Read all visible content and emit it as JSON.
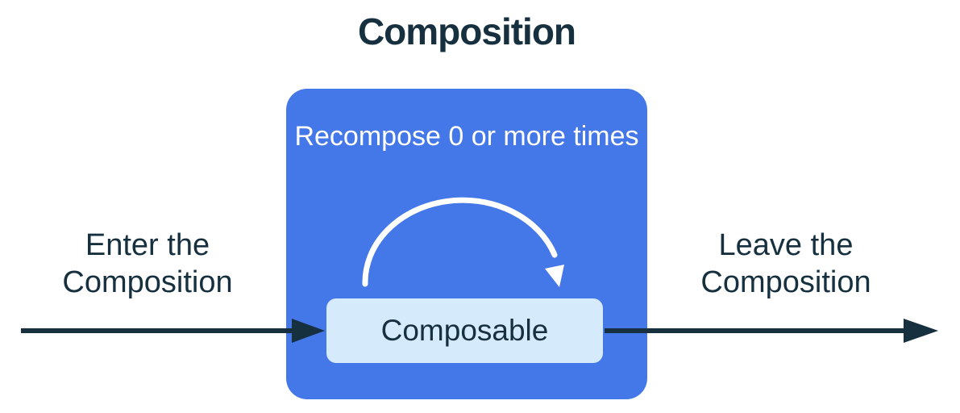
{
  "diagram": {
    "title": "Composition",
    "enter_label": {
      "line1": "Enter the",
      "line2": "Composition"
    },
    "recompose_label": {
      "line1": "Recompose 0 or",
      "line2": "more times"
    },
    "composable_label": "Composable",
    "leave_label": {
      "line1": "Leave the",
      "line2": "Composition"
    }
  },
  "colors": {
    "page_bg": "#FFFFFF",
    "composition_box": "#4477E8",
    "composable_box": "#D5EAFB",
    "ink": "#16303F",
    "arc": "#FFFFFF"
  }
}
